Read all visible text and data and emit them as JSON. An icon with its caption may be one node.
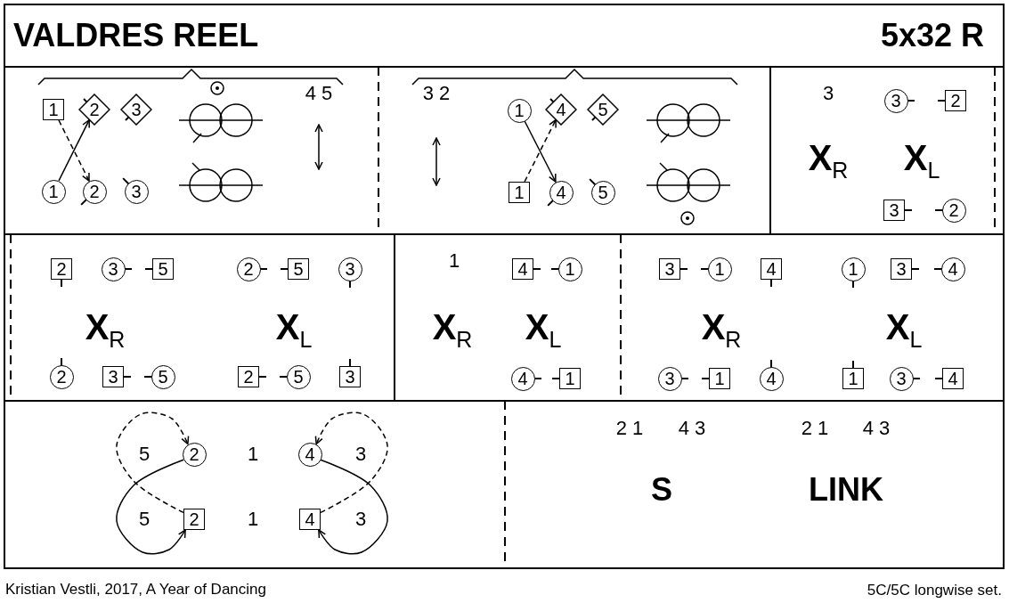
{
  "diagram": {
    "title": "VALDRES REEL",
    "caption": "Kristian Vestli, 2017, A Year of Dancing",
    "nodes": [
      {
        "text": [
          "1"
        ]
      },
      {
        "text": [
          "2"
        ]
      },
      {
        "text": [
          "3"
        ]
      },
      {
        "text": [
          "1"
        ]
      },
      {
        "text": [
          "2"
        ]
      },
      {
        "text": [
          "3"
        ]
      },
      {
        "text": [
          "1"
        ]
      },
      {
        "text": [
          "4"
        ]
      },
      {
        "text": [
          "5"
        ]
      },
      {
        "text": [
          "1"
        ]
      },
      {
        "text": [
          "4"
        ]
      },
      {
        "text": [
          "5"
        ]
      },
      {
        "text": [
          "3"
        ]
      },
      {
        "text": [
          "2"
        ]
      },
      {
        "text": [
          "3"
        ]
      },
      {
        "text": [
          "2"
        ]
      },
      {
        "text": [
          "2"
        ]
      },
      {
        "text": [
          "3"
        ]
      },
      {
        "text": [
          "5"
        ]
      },
      {
        "text": [
          "2"
        ]
      },
      {
        "text": [
          "5"
        ]
      },
      {
        "text": [
          "3"
        ]
      },
      {
        "text": [
          "2"
        ]
      },
      {
        "text": [
          "3"
        ]
      },
      {
        "text": [
          "5"
        ]
      },
      {
        "text": [
          "2"
        ]
      },
      {
        "text": [
          "5"
        ]
      },
      {
        "text": [
          "3"
        ]
      },
      {
        "text": [
          "4"
        ]
      },
      {
        "text": [
          "1"
        ]
      },
      {
        "text": [
          "4"
        ]
      },
      {
        "text": [
          "1"
        ]
      },
      {
        "text": [
          "3"
        ]
      },
      {
        "text": [
          "1"
        ]
      },
      {
        "text": [
          "4"
        ]
      },
      {
        "text": [
          "1"
        ]
      },
      {
        "text": [
          "3"
        ]
      },
      {
        "text": [
          "4"
        ]
      },
      {
        "text": [
          "3"
        ]
      },
      {
        "text": [
          "1"
        ]
      },
      {
        "text": [
          "4"
        ]
      },
      {
        "text": [
          "1"
        ]
      },
      {
        "text": [
          "3"
        ]
      },
      {
        "text": [
          "4"
        ]
      },
      {
        "text": [
          "2"
        ]
      },
      {
        "text": [
          "4"
        ]
      },
      {
        "text": [
          "2"
        ]
      },
      {
        "text": [
          "4"
        ]
      }
    ],
    "edges": [
      {
        "from": 0,
        "to": 4,
        "arrow": "to",
        "style": "dashed"
      },
      {
        "from": 3,
        "to": 1,
        "arrow": "to"
      },
      {
        "from": 6,
        "to": 10,
        "arrow": "to"
      },
      {
        "from": 9,
        "to": 7,
        "arrow": "to",
        "style": "dashed"
      },
      {
        "from": 44,
        "to": 46,
        "arrow": "to"
      },
      {
        "from": 46,
        "to": 44,
        "arrow": "to",
        "style": "dashed"
      },
      {
        "from": 45,
        "to": 47,
        "arrow": "to"
      },
      {
        "from": 47,
        "to": 45,
        "arrow": "to",
        "style": "dashed"
      }
    ],
    "labels": [
      "5x32 R",
      "4 5",
      "3 2",
      "3",
      "**X**$_{R}$",
      "**X**$_{L}$",
      "**X**$_{R}$",
      "**X**$_{L}$",
      "1",
      "**X**$_{R}$",
      "**X**$_{L}$",
      "**X**$_{R}$",
      "**X**$_{L}$",
      "5",
      "1",
      "3",
      "5",
      "1",
      "3",
      "2 1",
      "4 3",
      "2 1",
      "4 3",
      "S",
      "LINK",
      "5C/5C longwise set."
    ]
  }
}
